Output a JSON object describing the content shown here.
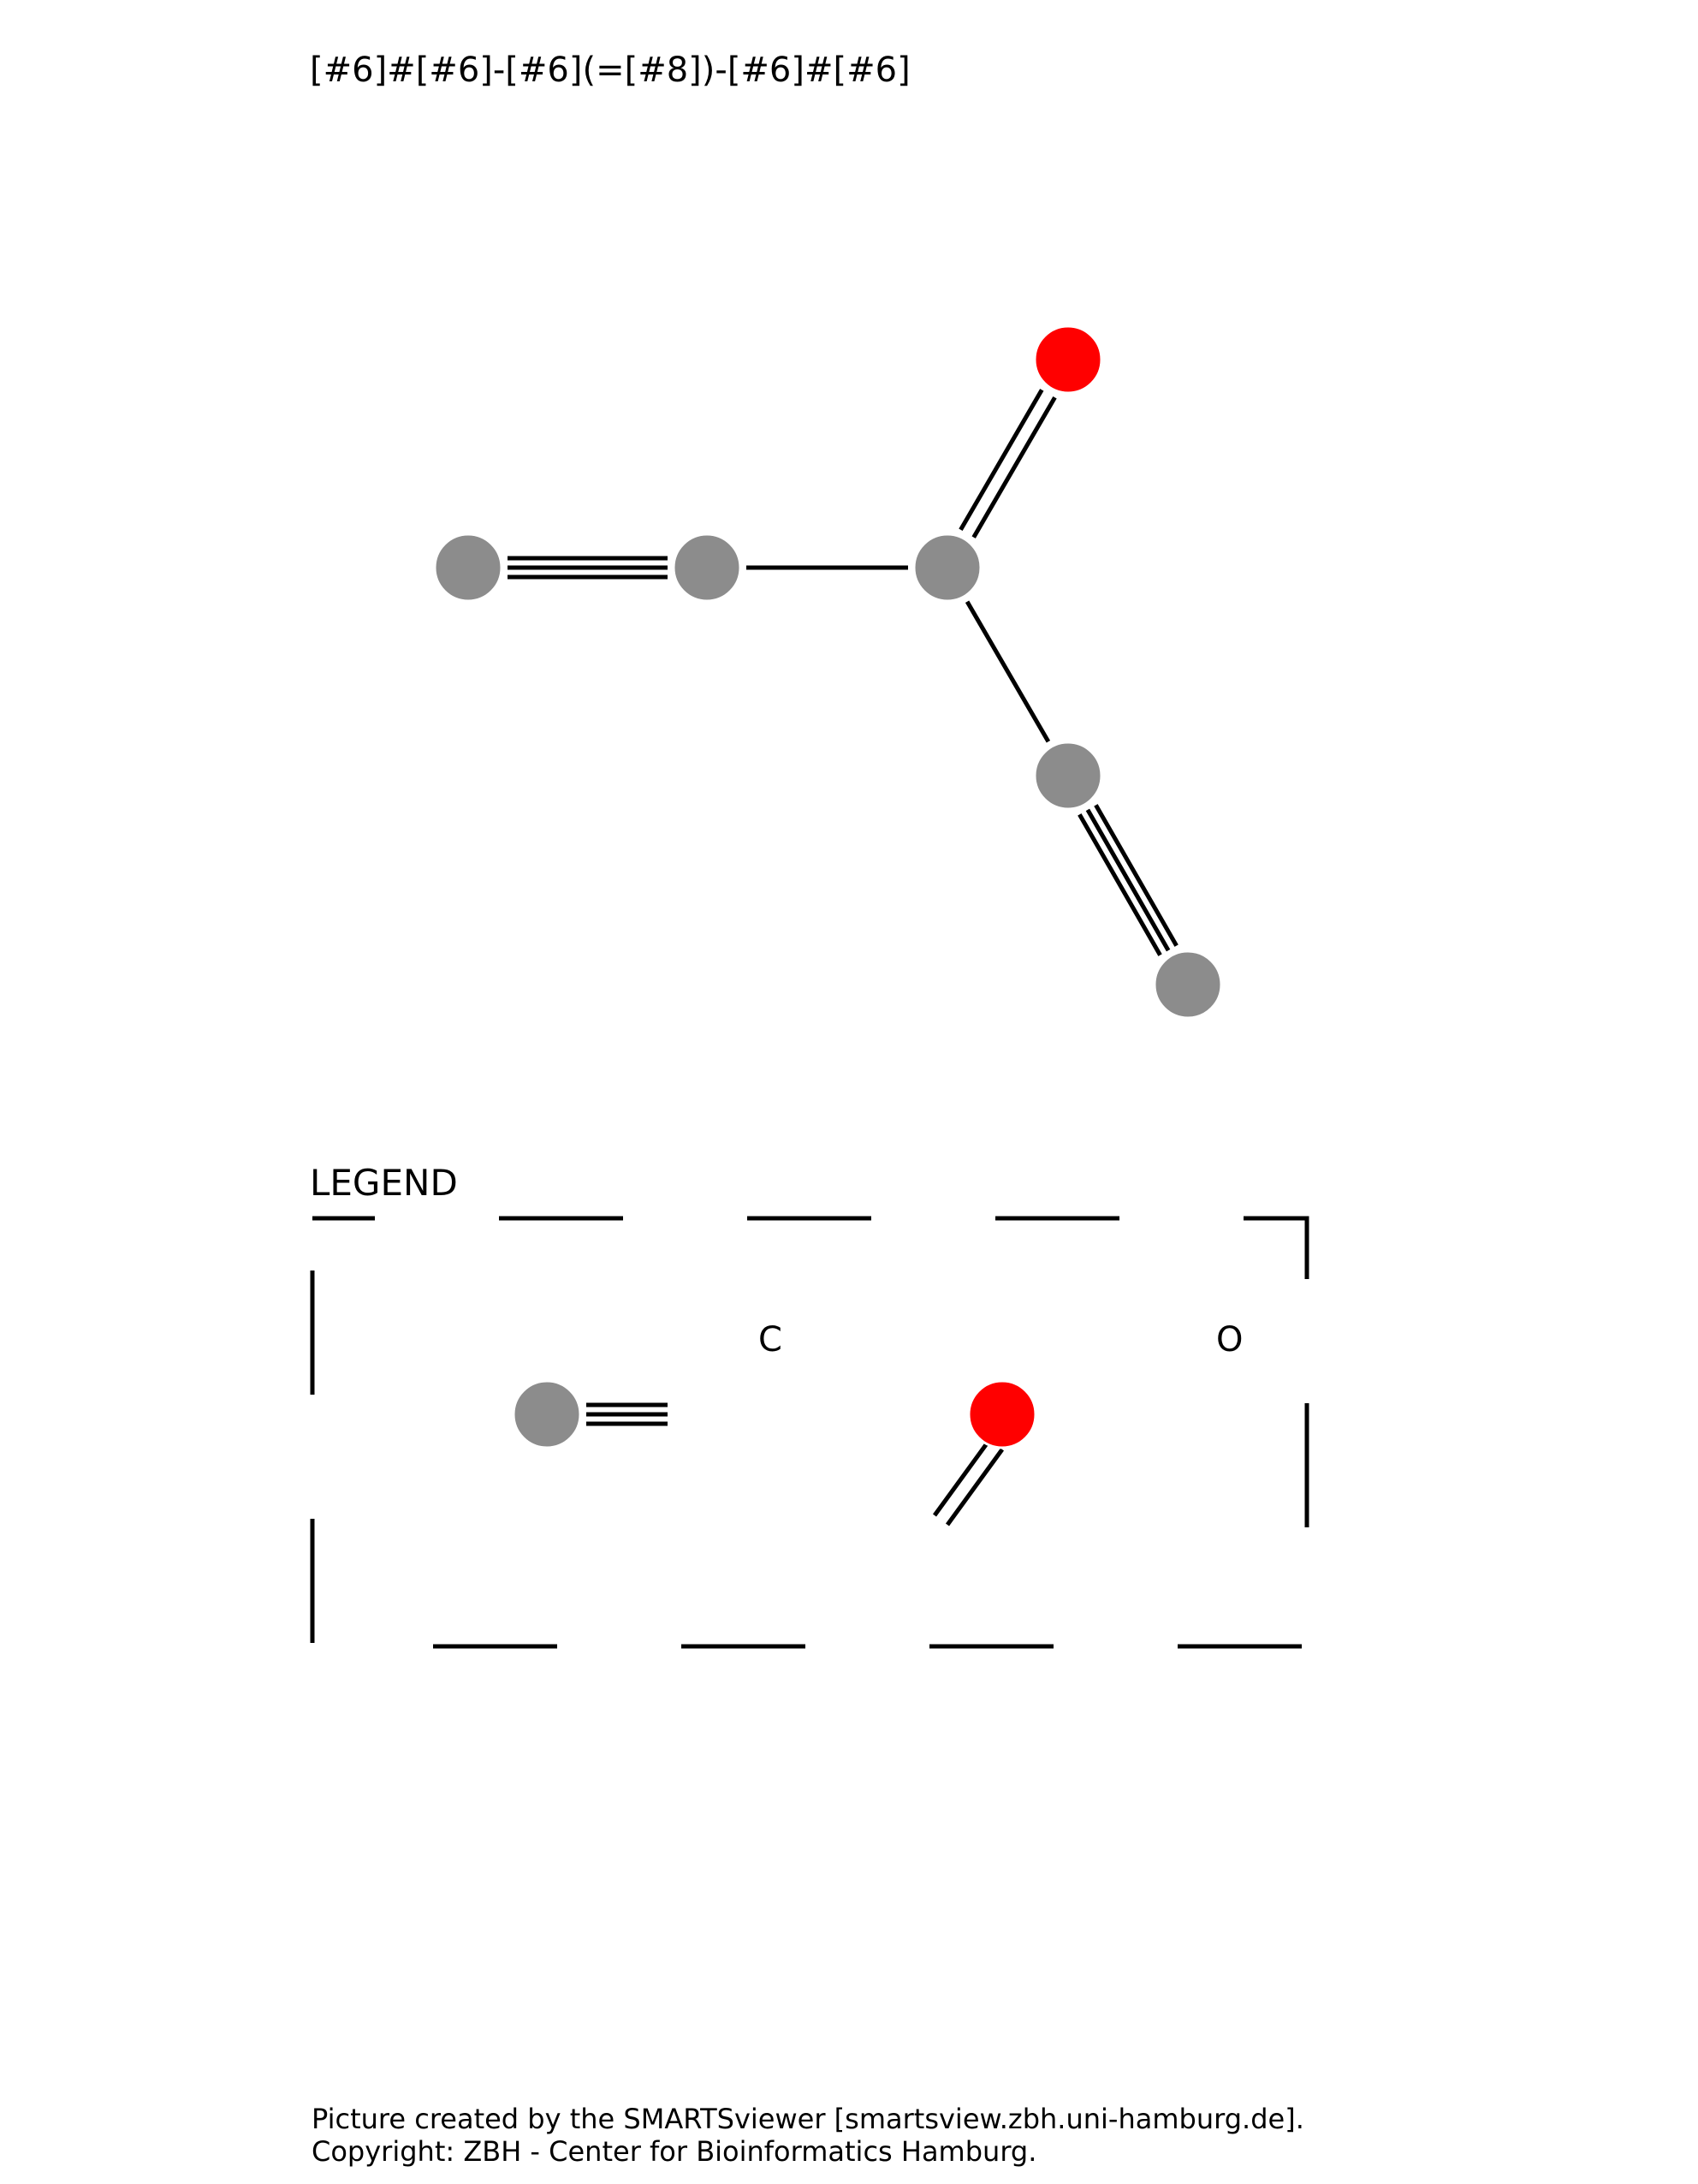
{
  "smarts": "[#6]#[#6]-[#6](=[#8])-[#6]#[#6]",
  "legend": {
    "title": "LEGEND",
    "entries": [
      {
        "label": "C",
        "element": "carbon",
        "color": "#8c8c8c",
        "bond": "triple"
      },
      {
        "label": "O",
        "element": "oxygen",
        "color": "#ff0000",
        "bond": "double"
      }
    ]
  },
  "molecule": {
    "atoms": [
      {
        "id": "a1",
        "element": "C",
        "color": "#8c8c8c"
      },
      {
        "id": "a2",
        "element": "C",
        "color": "#8c8c8c"
      },
      {
        "id": "a3",
        "element": "C",
        "color": "#8c8c8c"
      },
      {
        "id": "a4",
        "element": "O",
        "color": "#ff0000"
      },
      {
        "id": "a5",
        "element": "C",
        "color": "#8c8c8c"
      },
      {
        "id": "a6",
        "element": "C",
        "color": "#8c8c8c"
      }
    ],
    "bonds": [
      {
        "from": "a1",
        "to": "a2",
        "order": 3
      },
      {
        "from": "a2",
        "to": "a3",
        "order": 1
      },
      {
        "from": "a3",
        "to": "a4",
        "order": 2
      },
      {
        "from": "a3",
        "to": "a5",
        "order": 1
      },
      {
        "from": "a5",
        "to": "a6",
        "order": 3
      }
    ]
  },
  "footer": {
    "line1": "Picture created by the SMARTSviewer [smartsview.zbh.uni-hamburg.de].",
    "line2": "Copyright: ZBH - Center for Bioinformatics Hamburg."
  }
}
